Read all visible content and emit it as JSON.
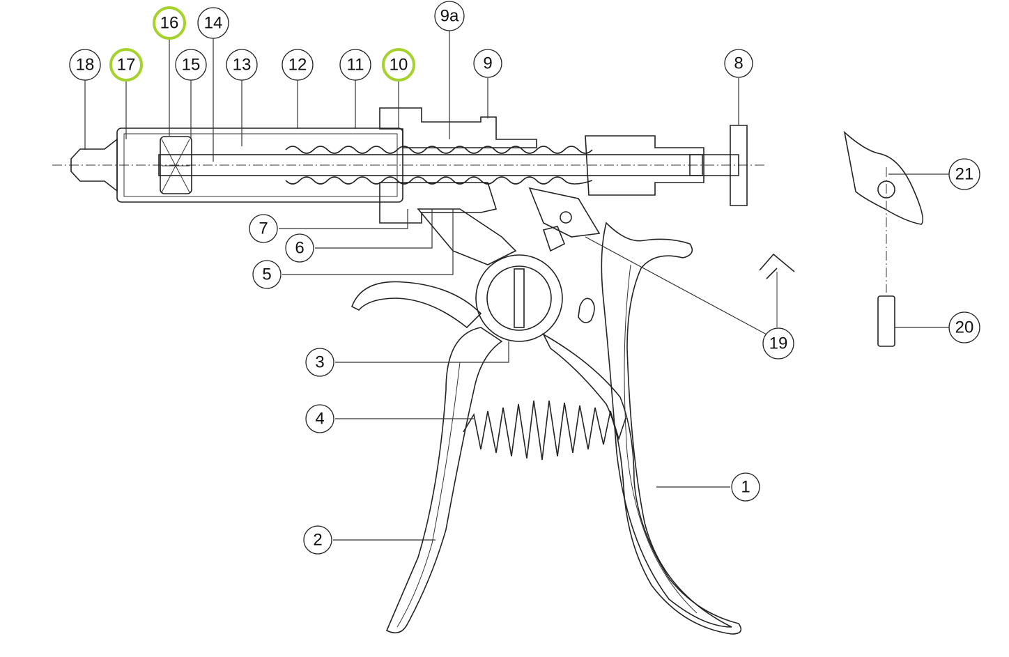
{
  "diagram": {
    "highlight_color": "#a6d22e",
    "callouts": [
      {
        "label": "1",
        "highlighted": false
      },
      {
        "label": "2",
        "highlighted": false
      },
      {
        "label": "3",
        "highlighted": false
      },
      {
        "label": "4",
        "highlighted": false
      },
      {
        "label": "5",
        "highlighted": false
      },
      {
        "label": "6",
        "highlighted": false
      },
      {
        "label": "7",
        "highlighted": false
      },
      {
        "label": "8",
        "highlighted": false
      },
      {
        "label": "9",
        "highlighted": false
      },
      {
        "label": "9a",
        "highlighted": false
      },
      {
        "label": "10",
        "highlighted": true
      },
      {
        "label": "11",
        "highlighted": false
      },
      {
        "label": "12",
        "highlighted": false
      },
      {
        "label": "13",
        "highlighted": false
      },
      {
        "label": "14",
        "highlighted": false
      },
      {
        "label": "15",
        "highlighted": false
      },
      {
        "label": "16",
        "highlighted": true
      },
      {
        "label": "17",
        "highlighted": true
      },
      {
        "label": "18",
        "highlighted": false
      },
      {
        "label": "19",
        "highlighted": false
      },
      {
        "label": "20",
        "highlighted": false
      },
      {
        "label": "21",
        "highlighted": false
      }
    ]
  }
}
